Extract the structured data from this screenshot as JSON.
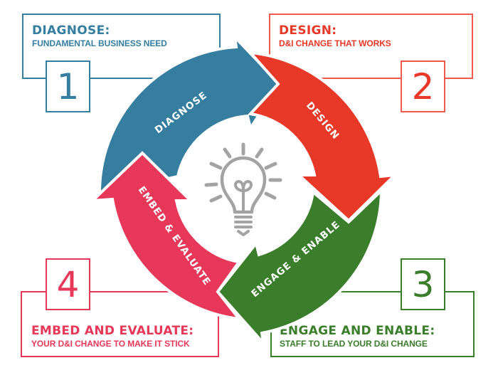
{
  "colors": {
    "diagnose": "#357ea0",
    "design": "#e83828",
    "engage": "#3a7d2b",
    "embed": "#e8385a",
    "bulb": "#a3a3a3",
    "background": "#ffffff"
  },
  "steps": [
    {
      "number": "1",
      "title": "DIAGNOSE:",
      "subtitle": "FUNDAMENTAL BUSINESS NEED",
      "arrow_label": "DIAGNOSE",
      "color": "#357ea0"
    },
    {
      "number": "2",
      "title": "DESIGN:",
      "subtitle": "D&I CHANGE THAT WORKS",
      "arrow_label": "DESIGN",
      "color": "#e83828"
    },
    {
      "number": "3",
      "title": "ENGAGE AND ENABLE:",
      "subtitle": "STAFF TO LEAD YOUR D&I CHANGE",
      "arrow_label": "ENGAGE & ENABLE",
      "color": "#3a7d2b"
    },
    {
      "number": "4",
      "title": "EMBED AND EVALUATE:",
      "subtitle": "YOUR D&I CHANGE TO MAKE IT STICK",
      "arrow_label": "EMBED & EVALUATE",
      "color": "#e8385a"
    }
  ],
  "center_icon": "lightbulb-icon"
}
